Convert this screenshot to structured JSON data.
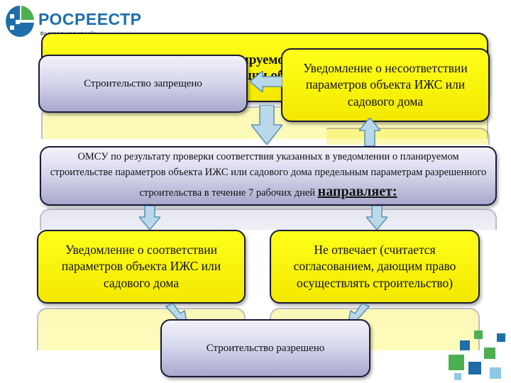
{
  "logo": {
    "title": "РОСРЕЕСТР",
    "subtitle": "Федеральная служба"
  },
  "colors": {
    "yellow": "#ffff1a",
    "lavender": "#c8c8e4",
    "brand_blue": "#1f6ea8",
    "brand_green": "#4caf50",
    "arrow_fill": "#b9d8ea"
  },
  "boxes": {
    "top_header_fragment": "Уведомление о планируемом строительстве или реконструкции объекта ИЖС",
    "forbidden": "Строительство запрещено",
    "nonconformity": "Уведомление о несоответствии параметров объекта ИЖС или садового дома",
    "omsu_text": "ОМСУ по результату проверки соответствия указанных в уведомлении о планируемом строительстве параметров объекта ИЖС или садового дома предельным параметрам разрешенного строительства в течение 7 рабочих дней",
    "omsu_emph": "направляет:",
    "conformity": "Уведомление о соответствии параметров объекта ИЖС или садового дома",
    "no_answer": "Не отвечает (считается согласованием, дающим право осуществлять строительство)",
    "allowed": "Строительство разрешено"
  }
}
